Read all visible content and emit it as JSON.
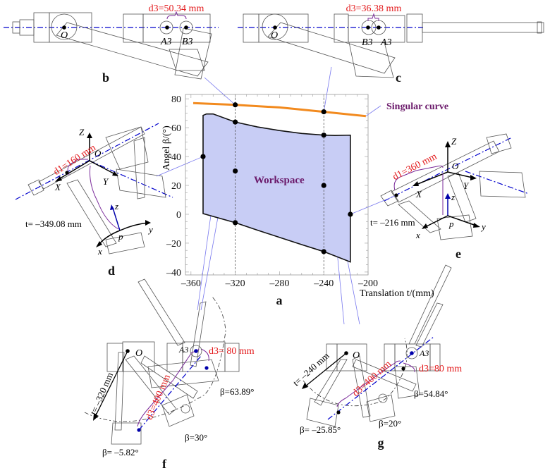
{
  "panels": {
    "b": {
      "label": "b",
      "d3": "d3=50.34 mm",
      "points": [
        "O",
        "A3",
        "B3"
      ]
    },
    "c": {
      "label": "c",
      "d3": "d3=36.38 mm",
      "points": [
        "O",
        "B3",
        "A3"
      ]
    },
    "d": {
      "label": "d",
      "d1": "d1=160 mm",
      "t": "t= –349.08 mm",
      "axes": [
        "Z",
        "O",
        "X",
        "Y",
        "z",
        "p",
        "x",
        "y"
      ]
    },
    "e": {
      "label": "e",
      "d1": "d1=360 mm",
      "t": "t= –216 mm",
      "axes": [
        "Z",
        "O",
        "X",
        "Y",
        "z",
        "p",
        "x",
        "y"
      ]
    },
    "f": {
      "label": "f",
      "t": "t= –320 mm",
      "d3_long": "d3=400 mm",
      "d3_short": "d3= 80 mm",
      "betas": [
        "β=63.89°",
        "β=30°",
        "β= –5.82°"
      ],
      "points": [
        "O",
        "A3"
      ]
    },
    "g": {
      "label": "g",
      "t": "t= –240 mm",
      "d3_long": "d3=400 mm",
      "d3_short": "d3=80 mm",
      "betas": [
        "β=54.84°",
        "β=20°",
        "β= –25.85°"
      ],
      "points": [
        "O",
        "A3"
      ]
    }
  },
  "chart_data": {
    "type": "area",
    "panel_label": "a",
    "xlabel": "Translation t/(mm)",
    "ylabel": "Angel β/(°)",
    "xlim": [
      -365,
      -200
    ],
    "ylim": [
      -42,
      83
    ],
    "xticks": [
      -360,
      -320,
      -280,
      -240,
      -200
    ],
    "yticks": [
      -40,
      -20,
      0,
      20,
      40,
      60,
      80
    ],
    "grid": false,
    "colors": {
      "workspace_fill": "#c8cdf5",
      "workspace_edge": "#111111",
      "singular": "#f28a1e",
      "label": "#6b1a6b",
      "leader": "#7777ee"
    },
    "series": [
      {
        "name": "Singular curve",
        "type": "line",
        "x": [
          -358,
          -320,
          -280,
          -240,
          -202
        ],
        "y": [
          77,
          75.8,
          74,
          71,
          68
        ]
      },
      {
        "name": "Workspace",
        "type": "area",
        "upper": {
          "x": [
            -349.08,
            -346,
            -340,
            -320,
            -300,
            -280,
            -260,
            -240,
            -230,
            -216
          ],
          "y": [
            68.5,
            69.5,
            69.5,
            63.89,
            60.5,
            58,
            56,
            54.84,
            54.6,
            54.8
          ]
        },
        "lower": {
          "x": [
            -349.08,
            -320,
            -300,
            -280,
            -260,
            -240,
            -216
          ],
          "y": [
            0.5,
            -5.82,
            -11,
            -16,
            -21,
            -25.85,
            -33
          ]
        }
      }
    ],
    "points": [
      {
        "x": -320,
        "y": 75.8
      },
      {
        "x": -240,
        "y": 71
      },
      {
        "x": -320,
        "y": 63.89
      },
      {
        "x": -320,
        "y": 30
      },
      {
        "x": -320,
        "y": -5.82
      },
      {
        "x": -240,
        "y": 54.84
      },
      {
        "x": -240,
        "y": 20
      },
      {
        "x": -240,
        "y": -25.85
      },
      {
        "x": -349.08,
        "y": 40
      },
      {
        "x": -216,
        "y": 0
      }
    ],
    "dashed_verticals": [
      -320,
      -240
    ],
    "annotations": [
      "Workspace",
      "Singular curve"
    ]
  }
}
